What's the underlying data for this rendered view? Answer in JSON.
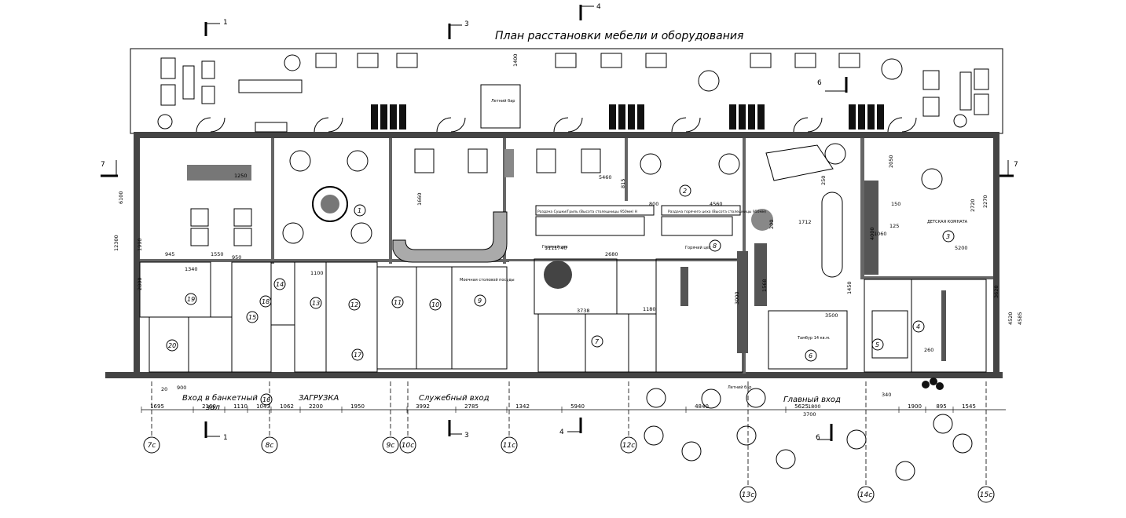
{
  "title": "План расстановки мебели и оборудования",
  "section_marks": [
    {
      "n": "1",
      "pos": "top"
    },
    {
      "n": "3",
      "pos": "top"
    },
    {
      "n": "4",
      "pos": "top"
    },
    {
      "n": "6",
      "pos": "inner"
    },
    {
      "n": "7",
      "pos": "left"
    },
    {
      "n": "7",
      "pos": "right"
    },
    {
      "n": "1",
      "pos": "bottom"
    },
    {
      "n": "3",
      "pos": "bottom"
    },
    {
      "n": "4",
      "pos": "bottom"
    },
    {
      "n": "6",
      "pos": "bottom"
    }
  ],
  "axes": [
    "7c",
    "8c",
    "9c",
    "10c",
    "11c",
    "12c",
    "13c",
    "14c",
    "15c"
  ],
  "rooms": [
    "1",
    "2",
    "3",
    "4",
    "5",
    "6",
    "7",
    "8",
    "9",
    "10",
    "11",
    "12",
    "13",
    "14",
    "15",
    "16",
    "17",
    "18",
    "19",
    "20"
  ],
  "labels": {
    "entrance_banquet": "Вход в банкетный",
    "entrance_banquet2": "зал",
    "loading": "ЗАГРУЗКА",
    "service_entrance": "Служебный вход",
    "main_entrance": "Главный вход",
    "summer_bar": "Летний бар",
    "children_room": "ДЕТСКАЯ КОМНАТА",
    "distribution1": "Раздача Сушки/Гриль (Высота столешницы 950мм) Н",
    "distribution2": "Раздача горячего цеха (Высота столешницы 950мм)",
    "hot_shop": "Горячий цех",
    "hot_shop2": "Горячий цех",
    "wash": "Моечная столовой посуды",
    "lobby": "Тамбур 14 кв.м."
  },
  "dims_bottom": [
    "1695",
    "2160",
    "1110",
    "1043",
    "1062",
    "2200",
    "1950",
    "3992",
    "2785",
    "1342",
    "5940",
    "4840",
    "5625",
    "1900",
    "895",
    "1545"
  ],
  "dims_misc": [
    "6100",
    "12300",
    "1990",
    "5460",
    "815",
    "800",
    "4560",
    "5200",
    "3500",
    "1800",
    "3700",
    "4520",
    "4585",
    "2800",
    "1712",
    "2050",
    "2270",
    "1660",
    "1400",
    "1740",
    "2680",
    "1180",
    "3738",
    "1568",
    "1450",
    "3000",
    "900",
    "945",
    "1550",
    "950",
    "1100",
    "1340",
    "1250",
    "4000",
    "1060",
    "125",
    "150",
    "200",
    "250",
    "20",
    "340",
    "260",
    "111",
    "3620",
    "2720"
  ]
}
